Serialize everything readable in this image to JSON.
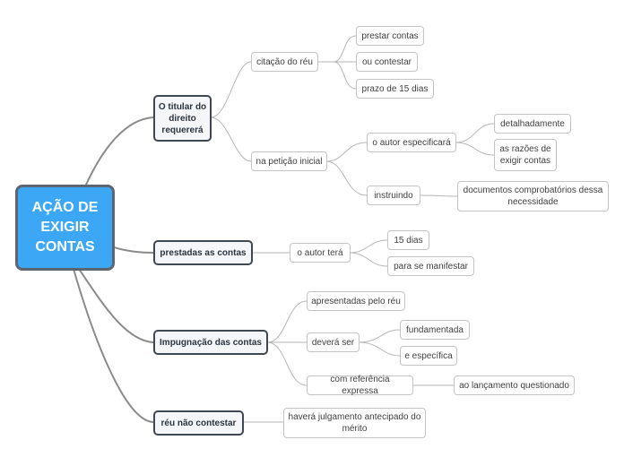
{
  "root": {
    "label": "AÇÃO DE EXIGIR CONTAS"
  },
  "branches": {
    "titular": {
      "label": "O titular do direito requererá",
      "citacao": "citação do réu",
      "prestar": "prestar contas",
      "contestar": "ou contestar",
      "prazo": "prazo de 15 dias",
      "peticao": "na petição inicial",
      "especificara": "o autor especificará",
      "detalhadamente": "detalhadamente",
      "razoes": "as razões de exigir contas",
      "instruindo": "instruindo",
      "documentos": "documentos comprobatórios dessa necessidade"
    },
    "prestadas": {
      "label": "prestadas as contas",
      "autor_tera": "o autor terá",
      "dias": "15 dias",
      "manifestar": "para se manifestar"
    },
    "impugnacao": {
      "label": "Impugnação das contas",
      "apresentadas": "apresentadas pelo réu",
      "devera": "deverá ser",
      "fundamentada": "fundamentada",
      "especifica": "e específica",
      "referencia": "com referência expressa",
      "lancamento": "ao lançamento questionado"
    },
    "reu": {
      "label": "réu não contestar",
      "julgamento": "haverá julgamento antecipado do mérito"
    }
  }
}
